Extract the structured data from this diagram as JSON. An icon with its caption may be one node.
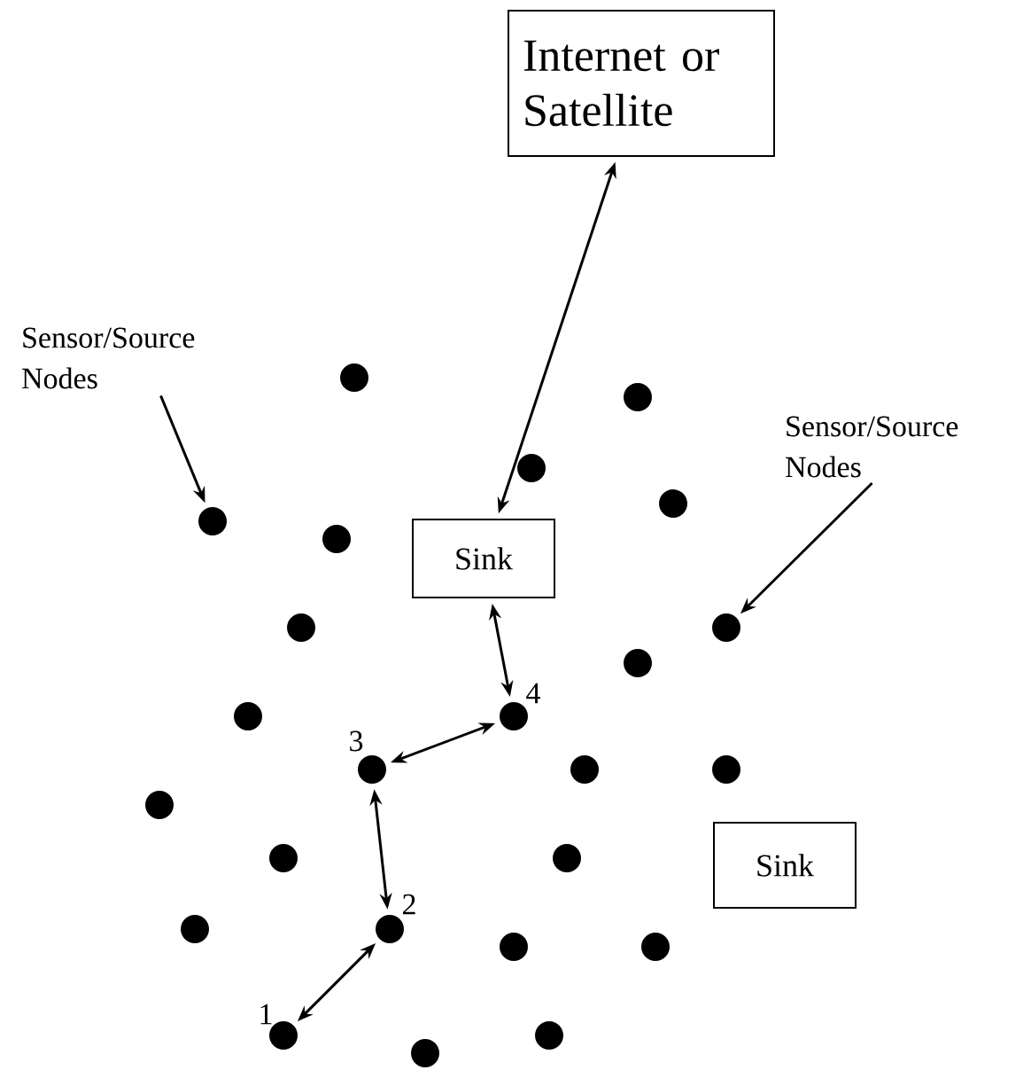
{
  "diagram": {
    "nodes": [
      {
        "text": [
          "Internet or Satellite"
        ]
      },
      {
        "text": [
          "Sensor/Source Nodes"
        ]
      },
      {
        "text": [
          "Sensor/Source Nodes"
        ]
      },
      {
        "text": [
          "Sink"
        ]
      },
      {
        "text": [
          "Sink"
        ]
      },
      {
        "text": [],
        "shape": "circle"
      },
      {
        "text": [],
        "shape": "circle"
      },
      {
        "text": [],
        "shape": "circle"
      },
      {
        "text": [],
        "shape": "circle"
      },
      {
        "text": [],
        "shape": "circle"
      },
      {
        "text": [],
        "shape": "circle"
      },
      {
        "text": [],
        "shape": "circle"
      },
      {
        "text": [],
        "shape": "circle"
      },
      {
        "text": [],
        "shape": "circle"
      },
      {
        "text": [],
        "shape": "circle"
      },
      {
        "text": [],
        "shape": "circle",
        "beside": [
          "4"
        ]
      },
      {
        "text": [],
        "shape": "circle",
        "beside": [
          "3"
        ]
      },
      {
        "text": [],
        "shape": "circle"
      },
      {
        "text": [],
        "shape": "circle"
      },
      {
        "text": [],
        "shape": "circle"
      },
      {
        "text": [],
        "shape": "circle"
      },
      {
        "text": [],
        "shape": "circle"
      },
      {
        "text": [],
        "shape": "circle",
        "beside": [
          "2"
        ]
      },
      {
        "text": [],
        "shape": "circle"
      },
      {
        "text": [],
        "shape": "circle"
      },
      {
        "text": [],
        "shape": "circle"
      },
      {
        "text": [],
        "shape": "circle",
        "beside": [
          "1"
        ]
      },
      {
        "text": [],
        "shape": "circle"
      },
      {
        "text": [],
        "shape": "circle"
      }
    ],
    "edges": [
      {
        "from": 0,
        "to": 3,
        "arrow": "both"
      },
      {
        "from": 3,
        "to": 15,
        "arrow": "both"
      },
      {
        "from": 16,
        "to": 15,
        "arrow": "both"
      },
      {
        "from": 16,
        "to": 22,
        "arrow": "both"
      },
      {
        "from": 26,
        "to": 22,
        "arrow": "both"
      },
      {
        "from": 1,
        "to": 9,
        "arrow": "to"
      },
      {
        "from": 2,
        "to": 12,
        "arrow": "to"
      }
    ]
  }
}
